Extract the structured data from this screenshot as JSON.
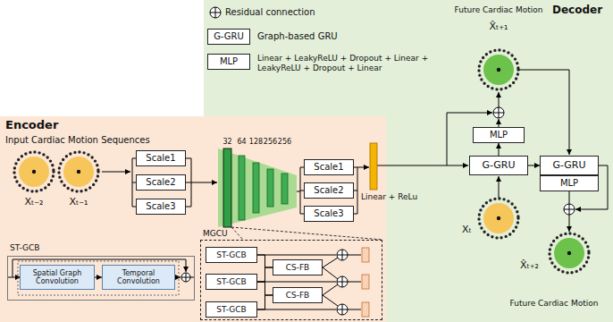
{
  "diagram": {
    "nodes": [
      {
        "text": [
          "Decoder"
        ]
      },
      {
        "text": [
          "G-GRU"
        ],
        "in": 0
      },
      {
        "text": [
          "MLP"
        ],
        "in": 0
      },
      {
        "text": [
          "MLP"
        ],
        "in": 0
      },
      {
        "text": [
          "G-GRU"
        ],
        "in": 0
      },
      {
        "text": [
          "G-GRU"
        ],
        "in": 0
      },
      {
        "text": [
          "MLP"
        ],
        "in": 0
      },
      {
        "text": [
          "Encoder"
        ]
      },
      {
        "text": [
          "Scale1"
        ],
        "in": 7
      },
      {
        "text": [
          "Scale2"
        ],
        "in": 7
      },
      {
        "text": [
          "Scale3"
        ],
        "in": 7
      },
      {
        "text": [
          "Scale1"
        ],
        "in": 7
      },
      {
        "text": [
          "Scale2"
        ],
        "in": 7
      },
      {
        "text": [
          "Scale3"
        ],
        "in": 7
      },
      {
        "text": [
          "ST-GCB"
        ],
        "in": 7
      },
      {
        "text": [
          "Spatial Graph Convolution"
        ],
        "in": 14
      },
      {
        "text": [
          "Temporal Convolution"
        ],
        "in": 14
      },
      {
        "text": [
          "MGCU"
        ],
        "in": 7
      },
      {
        "text": [
          "ST-GCB"
        ],
        "in": 17
      },
      {
        "text": [
          "ST-GCB"
        ],
        "in": 17
      },
      {
        "text": [
          "ST-GCB"
        ],
        "in": 17
      },
      {
        "text": [
          "CS-FB"
        ],
        "in": 17
      },
      {
        "text": [
          "CS-FB"
        ],
        "in": 17
      }
    ],
    "edges": [
      {
        "from": 15,
        "to": 16,
        "arrow": "to"
      },
      {
        "from": 4,
        "to": 3,
        "arrow": "to"
      },
      {
        "from": 4,
        "to": 5,
        "arrow": "to"
      },
      {
        "from": 18,
        "to": 21,
        "arrow": "none"
      },
      {
        "from": 19,
        "to": 21,
        "arrow": "none"
      },
      {
        "from": 19,
        "to": 22,
        "arrow": "none"
      },
      {
        "from": 20,
        "to": 22,
        "arrow": "none"
      }
    ],
    "labels": [
      "Graph-based GRU",
      "Linear + LeakyReLU + Dropout + Linear + LeakyReLU + Dropout + Linear",
      "Future Cardiac Motion",
      "X̂ₜ₊₁",
      "Xₜ",
      "X̂ₜ₊₂",
      "Future Cardiac Motion",
      "Input Cardiac Motion Sequences",
      "Xₜ₋₂",
      "Xₜ₋₁",
      "32",
      "64",
      "128",
      "256",
      "256",
      "Linear + ReLu"
    ],
    "legend": [
      {
        "text": "Residual connection"
      }
    ]
  }
}
